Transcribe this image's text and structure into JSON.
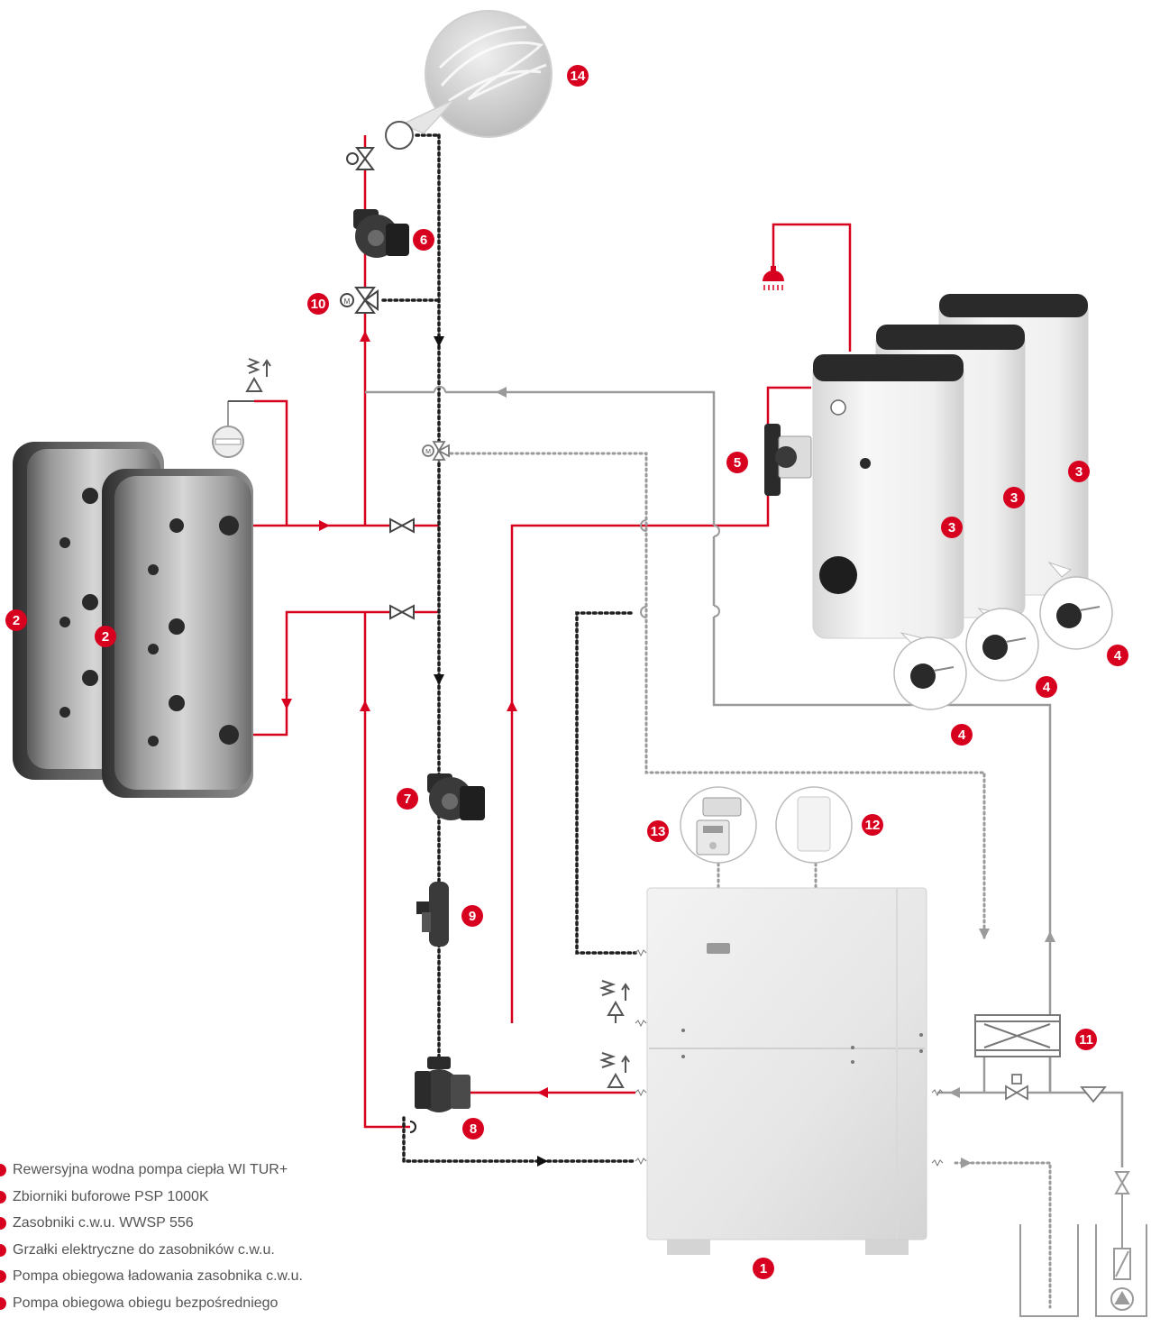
{
  "colors": {
    "accent": "#d7001e",
    "supply_line": "#d7001e",
    "return_line": "#9a9a9a",
    "signal_line": "#222222",
    "tank_cap": "#2a2a2a"
  },
  "badges": [
    {
      "num": "1",
      "target": "heat-pump"
    },
    {
      "num": "2",
      "target": "buffer-tank-a"
    },
    {
      "num": "2",
      "target": "buffer-tank-b"
    },
    {
      "num": "3",
      "target": "dhw-tank-1"
    },
    {
      "num": "3",
      "target": "dhw-tank-2"
    },
    {
      "num": "3",
      "target": "dhw-tank-3"
    },
    {
      "num": "4",
      "target": "heater-1"
    },
    {
      "num": "4",
      "target": "heater-2"
    },
    {
      "num": "4",
      "target": "heater-3"
    },
    {
      "num": "5",
      "target": "dhw-charging-pump"
    },
    {
      "num": "6",
      "target": "direct-circuit-pump"
    },
    {
      "num": "7",
      "target": "circulation-pump"
    },
    {
      "num": "8",
      "target": "four-way-valve"
    },
    {
      "num": "9",
      "target": "dirt-separator"
    },
    {
      "num": "10",
      "target": "mixing-valve"
    },
    {
      "num": "11",
      "target": "heat-exchanger"
    },
    {
      "num": "12",
      "target": "room-control-unit"
    },
    {
      "num": "13",
      "target": "controller"
    },
    {
      "num": "14",
      "target": "floor-heating"
    }
  ],
  "icons": [
    "shower-icon",
    "expansion-vessel-icon",
    "safety-valve-icon",
    "motor-valve-icon",
    "shutoff-valve-icon",
    "filter-icon",
    "well-pump-icon",
    "flow-arrow-icon"
  ],
  "legend": [
    "Rewersyjna wodna pompa ciepła WI TUR+",
    "Zbiorniki buforowe PSP 1000K",
    "Zasobniki c.w.u. WWSP 556",
    "Grzałki elektryczne do zasobników c.w.u.",
    "Pompa obiegowa ładowania zasobnika c.w.u.",
    "Pompa obiegowa obiegu bezpośredniego"
  ]
}
